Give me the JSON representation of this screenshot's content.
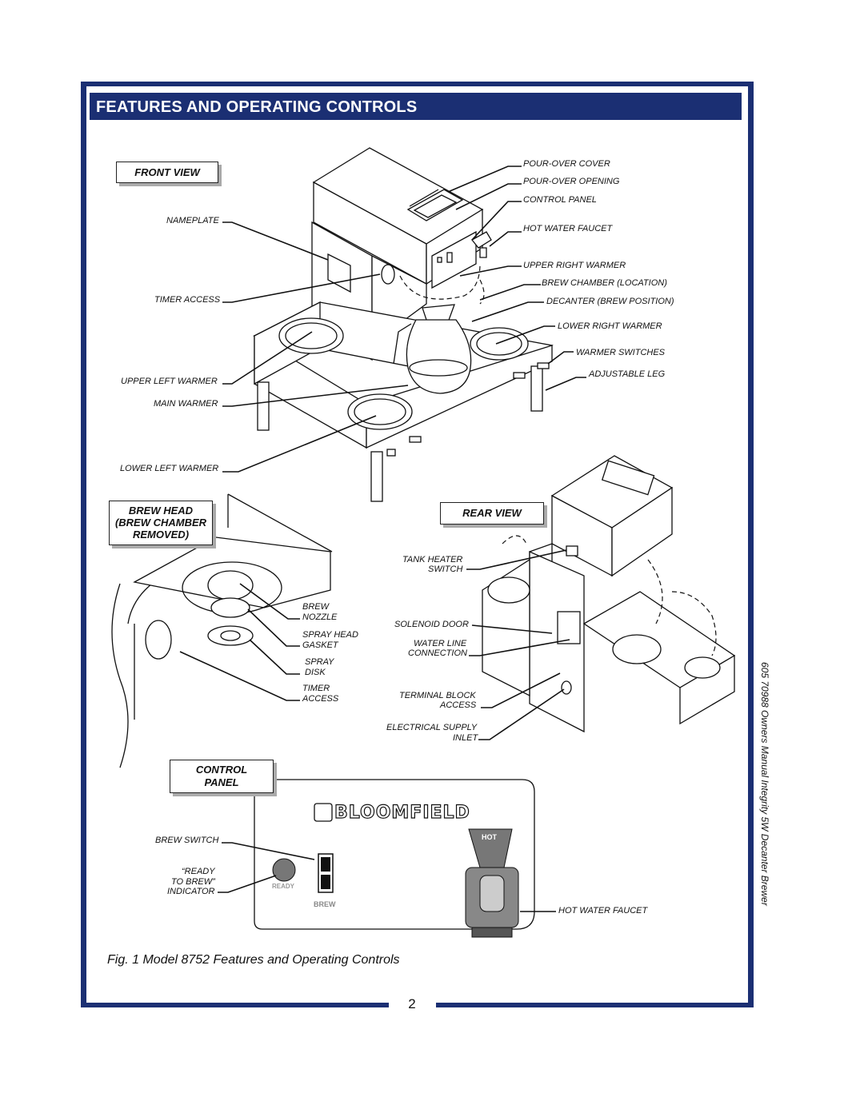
{
  "header": {
    "title": "FEATURES AND OPERATING CONTROLS"
  },
  "front_view": {
    "title": "FRONT VIEW",
    "labels": {
      "nameplate": "NAMEPLATE",
      "timer_access": "TIMER ACCESS",
      "upper_left_warmer": "UPPER LEFT WARMER",
      "main_warmer": "MAIN WARMER",
      "lower_left_warmer": "LOWER LEFT WARMER",
      "pour_over_cover": "POUR-OVER COVER",
      "pour_over_opening": "POUR-OVER OPENING",
      "control_panel": "CONTROL PANEL",
      "hot_water_faucet": "HOT WATER FAUCET",
      "upper_right_warmer": "UPPER RIGHT WARMER",
      "brew_chamber_location": "BREW CHAMBER (LOCATION)",
      "decanter_brew_position": "DECANTER (BREW POSITION)",
      "lower_right_warmer": "LOWER RIGHT WARMER",
      "warmer_switches": "WARMER SWITCHES",
      "adjustable_leg": "ADJUSTABLE LEG"
    }
  },
  "brew_head": {
    "title_line1": "BREW HEAD",
    "title_line2": "(BREW CHAMBER",
    "title_line3": "REMOVED)",
    "labels": {
      "brew_nozzle_1": "BREW",
      "brew_nozzle_2": "NOZZLE",
      "spray_head_gasket_1": "SPRAY HEAD",
      "spray_head_gasket_2": "GASKET",
      "spray_disk_1": "SPRAY",
      "spray_disk_2": "DISK",
      "timer_access_1": "TIMER",
      "timer_access_2": "ACCESS"
    }
  },
  "rear_view": {
    "title": "REAR VIEW",
    "labels": {
      "tank_heater_switch_1": "TANK HEATER",
      "tank_heater_switch_2": "SWITCH",
      "solenoid_door": "SOLENOID DOOR",
      "water_line_connection_1": "WATER LINE",
      "water_line_connection_2": "CONNECTION",
      "terminal_block_access_1": "TERMINAL BLOCK",
      "terminal_block_access_2": "ACCESS",
      "electrical_supply_inlet_1": "ELECTRICAL SUPPLY",
      "electrical_supply_inlet_2": "INLET"
    }
  },
  "control_panel": {
    "title_line1": "CONTROL",
    "title_line2": "PANEL",
    "brand": "BLOOMFIELD",
    "ready_text": "READY",
    "brew_text": "BREW",
    "hot_text": "HOT",
    "labels": {
      "brew_switch": "BREW SWITCH",
      "ready_to_brew_1": "“READY",
      "ready_to_brew_2": "TO BREW”",
      "ready_to_brew_3": "INDICATOR",
      "hot_water_faucet": "HOT WATER FAUCET"
    }
  },
  "caption": "Fig. 1  Model 8752 Features and Operating Controls",
  "side_text": "605 70988 Owners Manual  Integrity 5W Decanter Brewer",
  "page_number": "2"
}
